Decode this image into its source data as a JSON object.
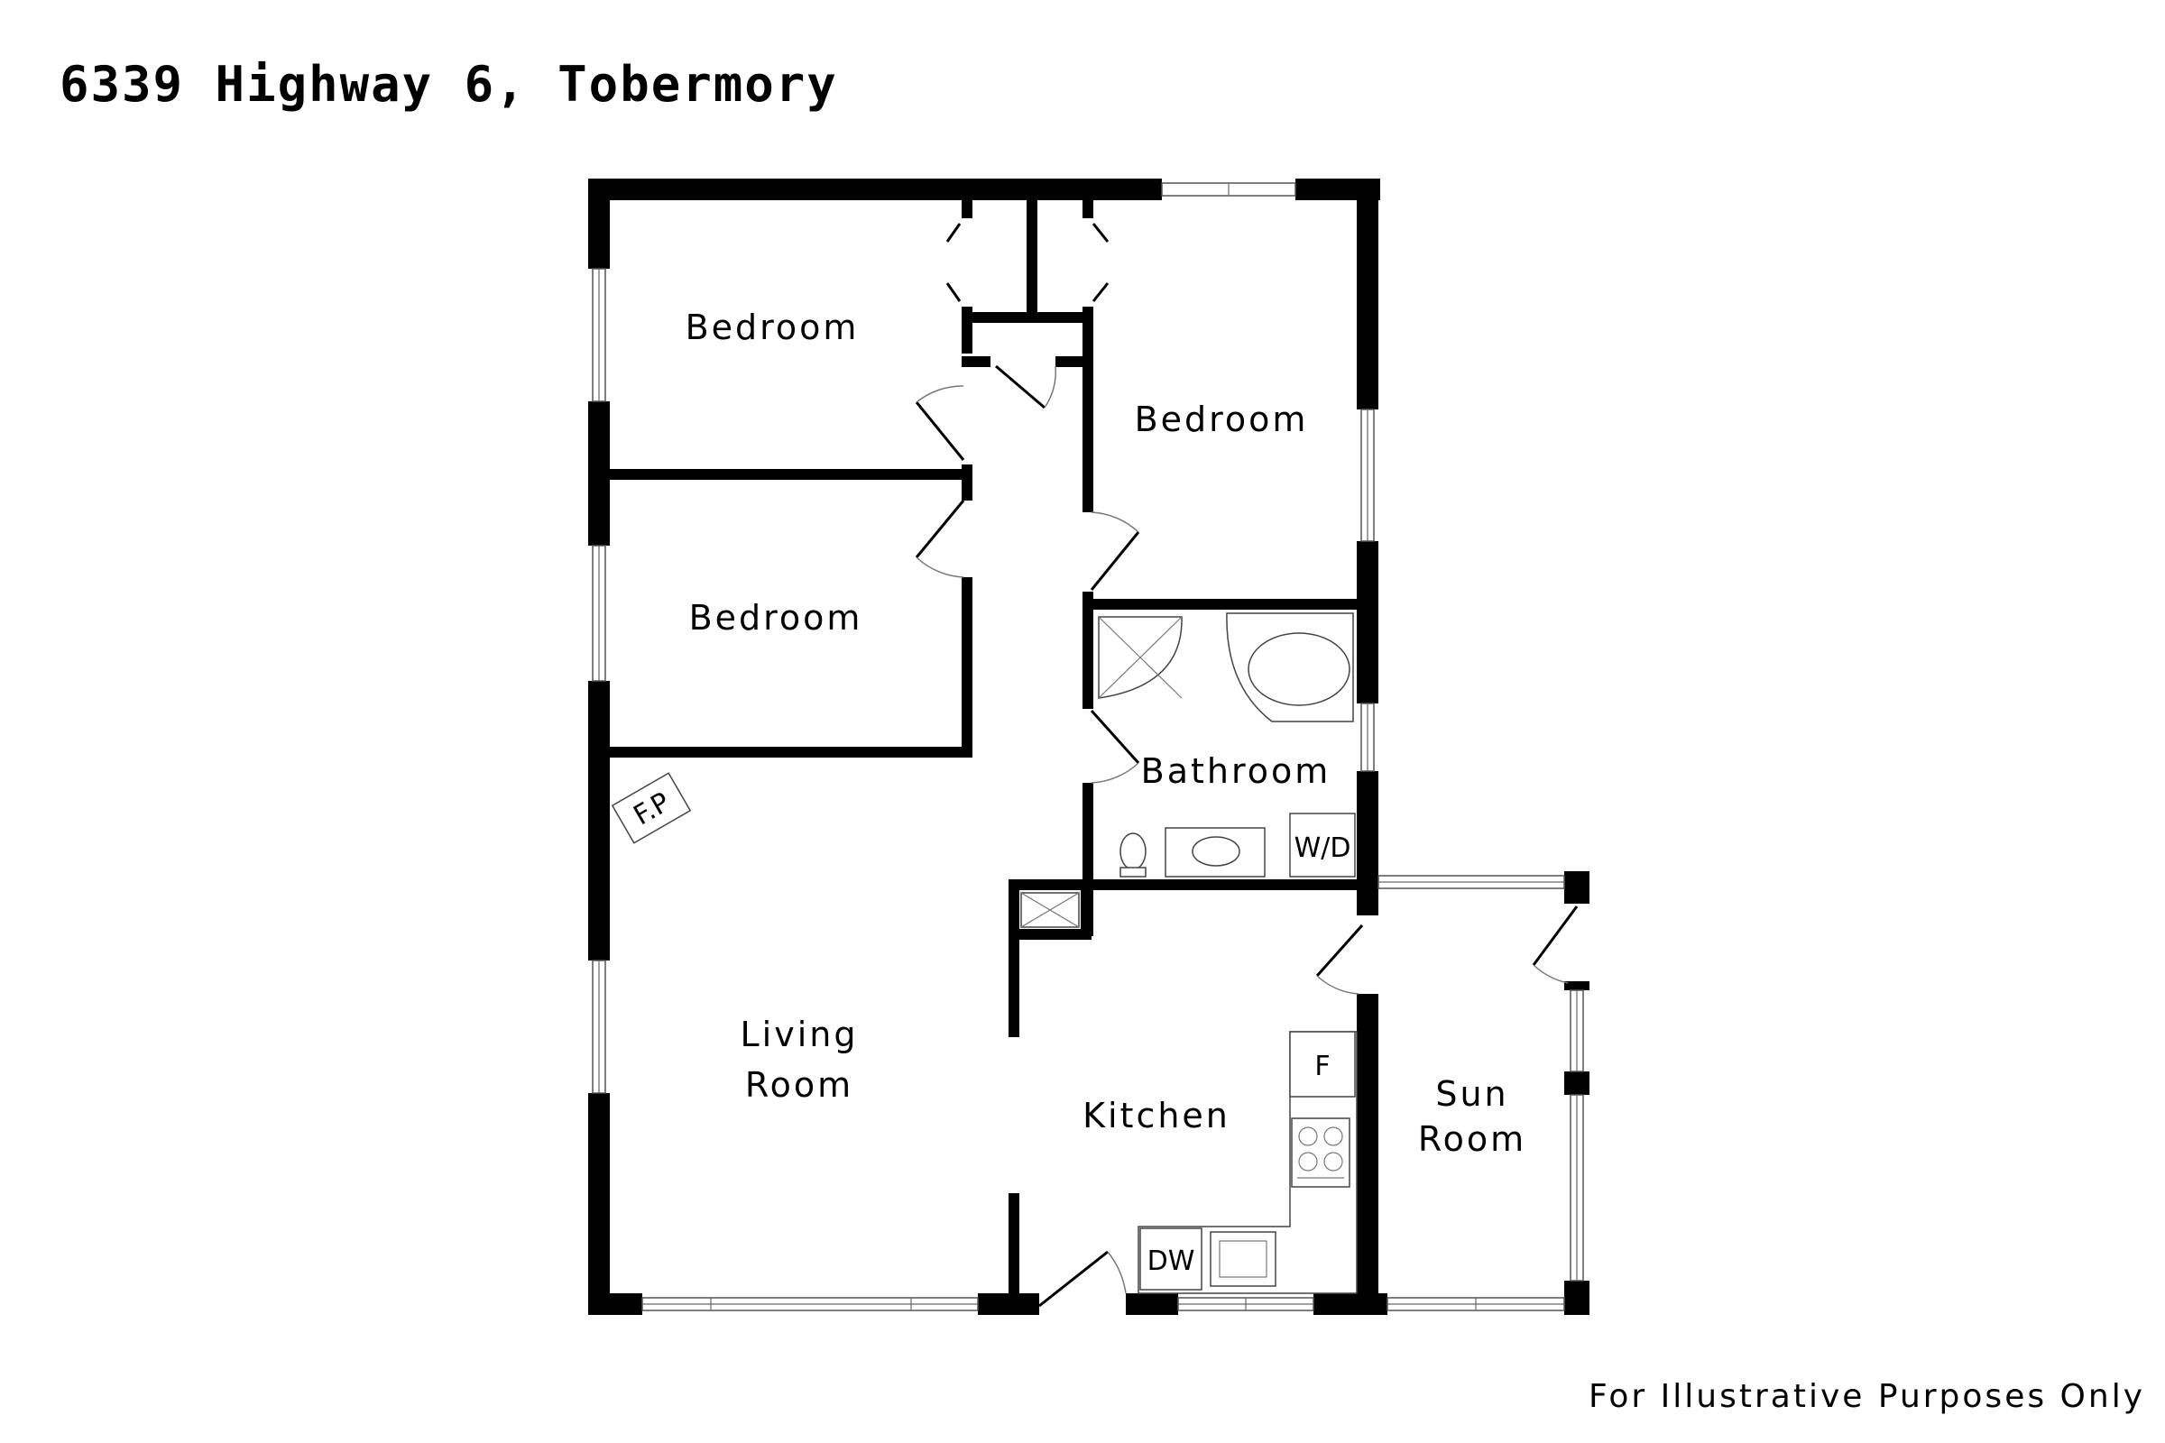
{
  "header": {
    "title": "6339 Highway 6, Tobermory"
  },
  "footer": {
    "disclaimer": "For Illustrative Purposes Only"
  },
  "rooms": {
    "bedroom_1": "Bedroom",
    "bedroom_2": "Bedroom",
    "bedroom_3": "Bedroom",
    "bathroom": "Bathroom",
    "living_line1": "Living",
    "living_line2": "Room",
    "kitchen": "Kitchen",
    "sun_line1": "Sun",
    "sun_line2": "Room"
  },
  "appliances": {
    "fireplace": "F.P",
    "washer_dryer": "W/D",
    "fridge": "F",
    "dishwasher": "DW"
  }
}
